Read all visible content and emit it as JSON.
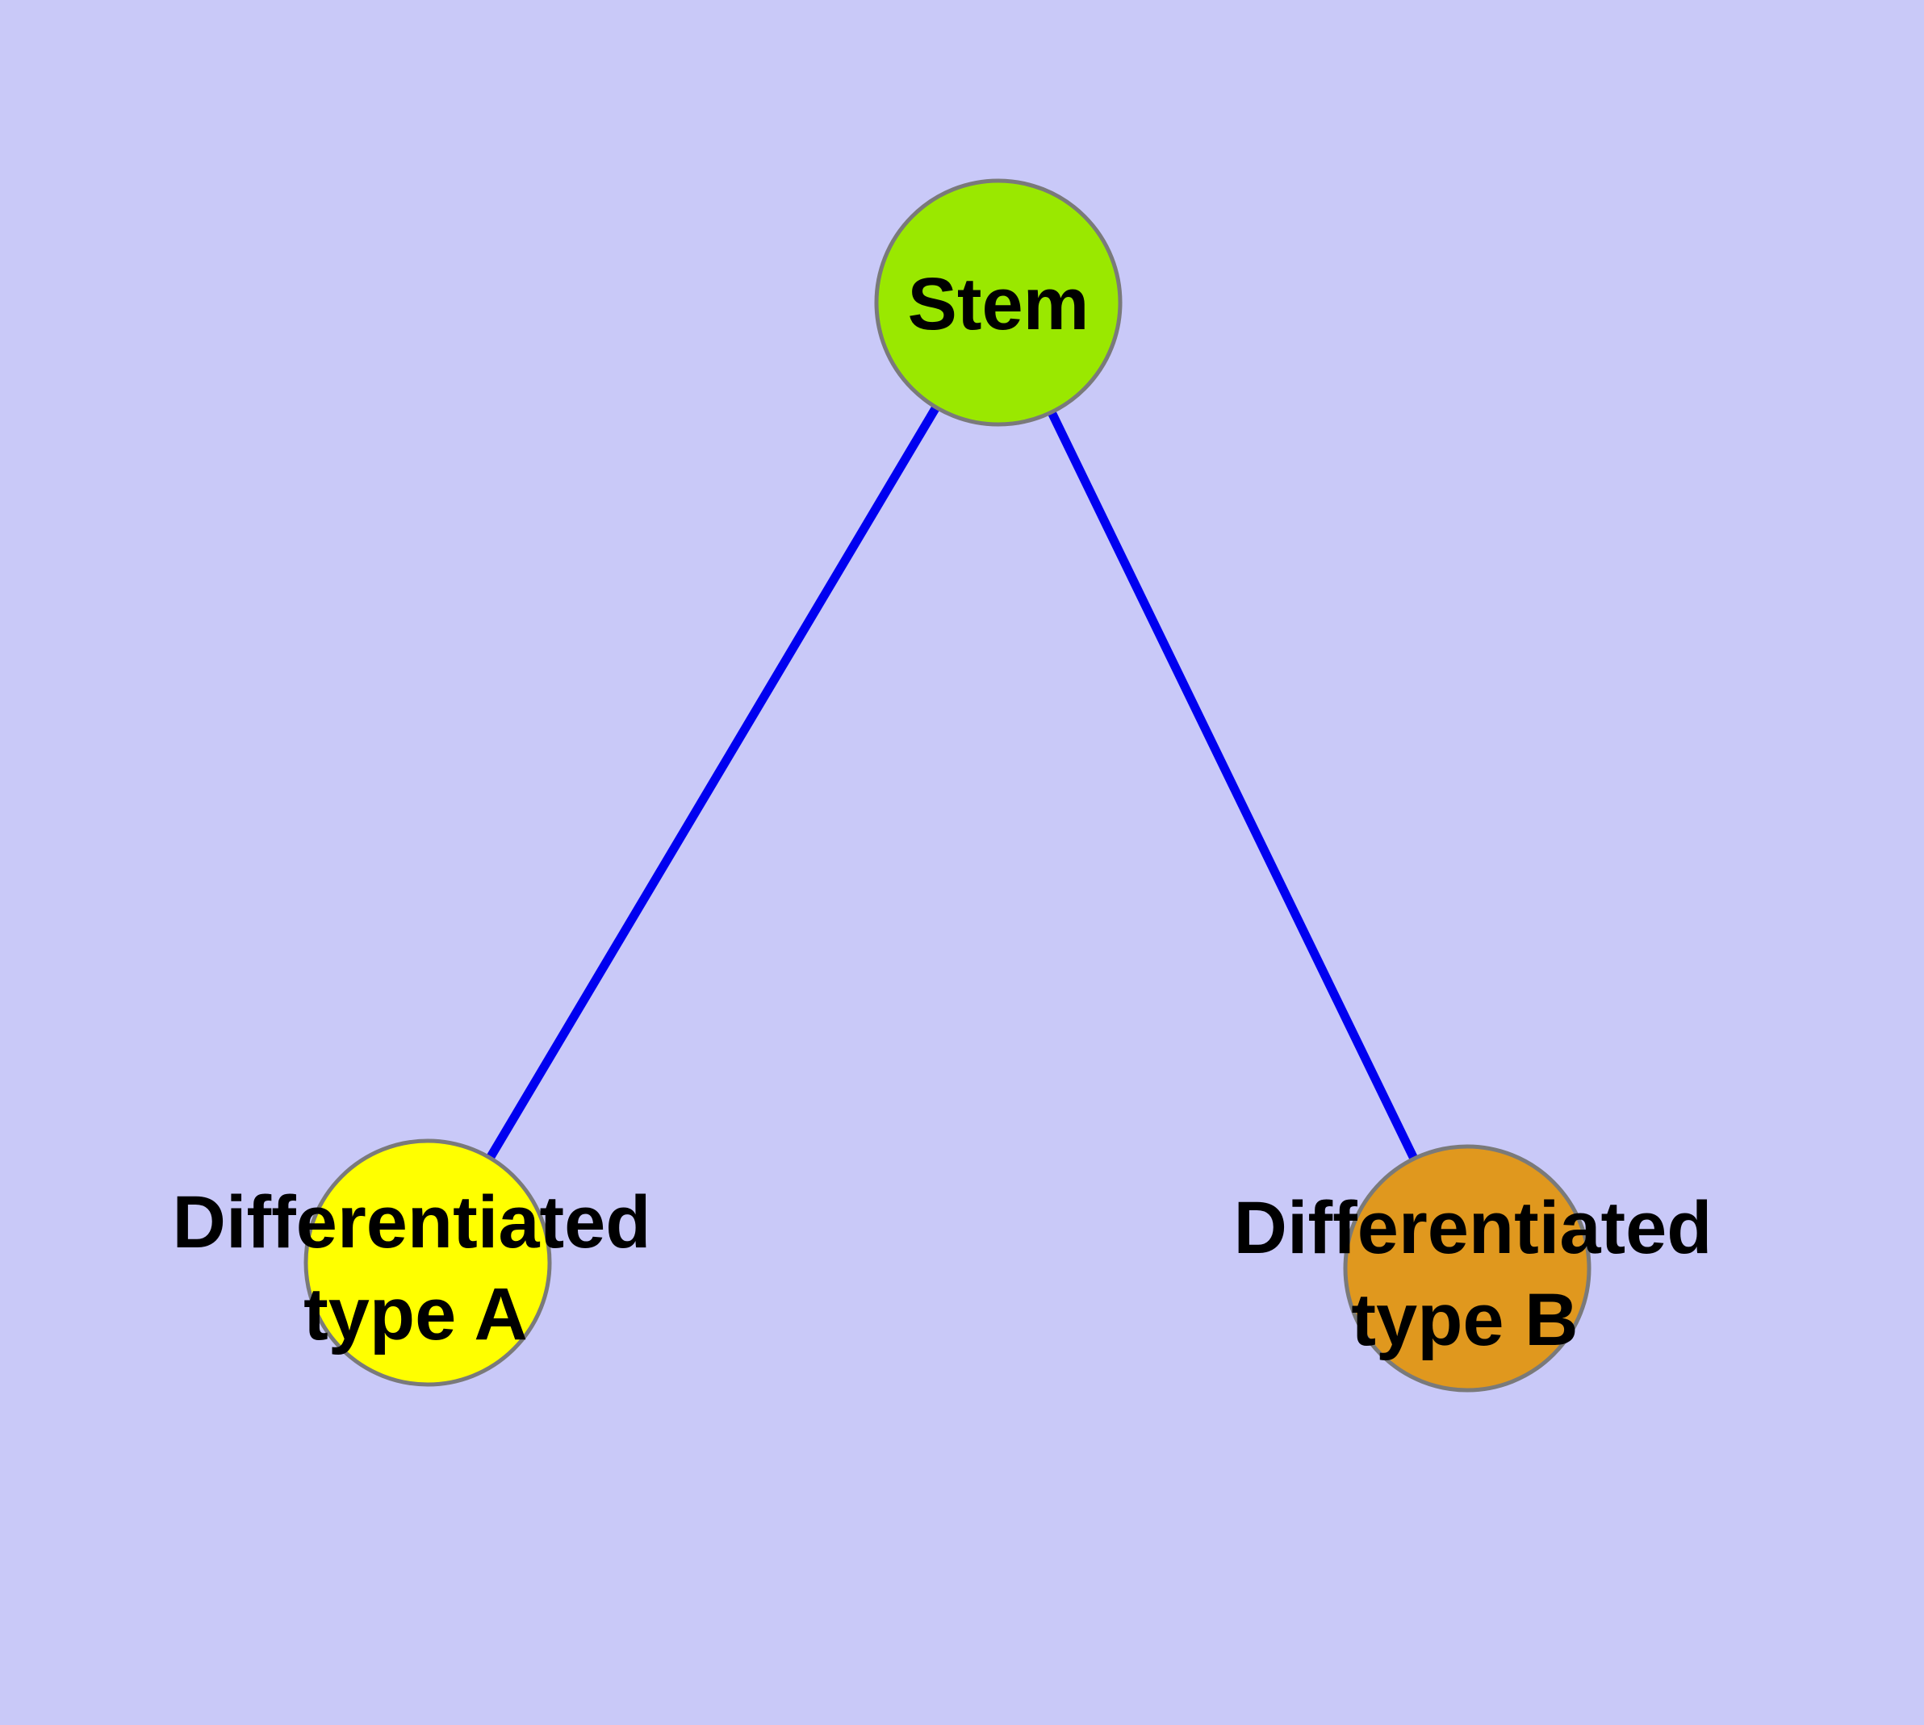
{
  "figure": {
    "title": "Stem cell differentiation diagram",
    "background_color": "#C9C9F8",
    "edge_color": "#0000F0",
    "node_border_color": "#7A7A7A",
    "text_color": "#000000",
    "nodes": [
      {
        "id": "stem",
        "label": "Stem",
        "fill": "#9AE800",
        "shape": "circle"
      },
      {
        "id": "differentiated-type-a",
        "label_line1": "Differentiated",
        "label_line2": "type A",
        "fill": "#FFFF00",
        "shape": "circle"
      },
      {
        "id": "differentiated-type-b",
        "label_line1": "Differentiated",
        "label_line2": "type B",
        "fill": "#E0981E",
        "shape": "circle"
      }
    ],
    "edges": [
      {
        "from": "Stem",
        "to": "Differentiated type A",
        "style": "solid-line-no-arrow"
      },
      {
        "from": "Stem",
        "to": "Differentiated type B",
        "style": "solid-line-no-arrow"
      }
    ]
  }
}
